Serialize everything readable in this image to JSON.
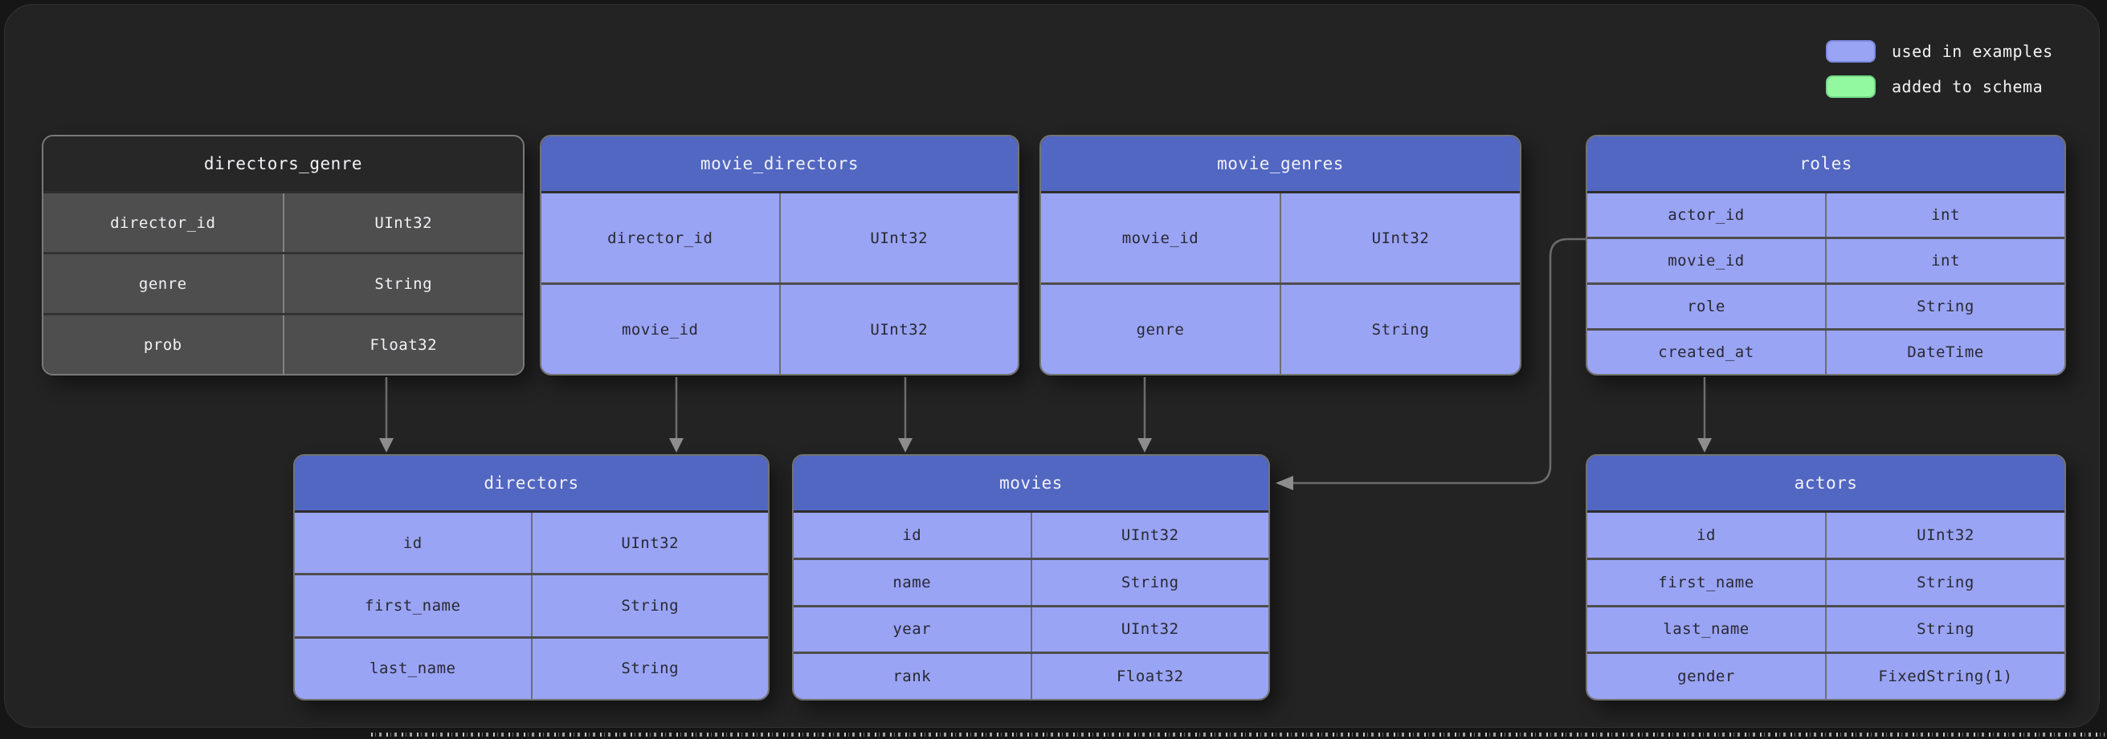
{
  "legend": {
    "items": [
      {
        "label": "used in examples",
        "color": "#9aa4f5"
      },
      {
        "label": "added to schema",
        "color": "#93f9a1"
      }
    ]
  },
  "colors": {
    "header_blue": "#5267c2",
    "row_blue": "#9aa4f5",
    "row_green": "#94fa9f",
    "muted_header": "#272727",
    "muted_row": "#4e4e4e",
    "panel": "#232323"
  },
  "tables": {
    "directors_genre": {
      "title": "directors_genre",
      "style": "muted",
      "rows": [
        [
          "director_id",
          "UInt32"
        ],
        [
          "genre",
          "String"
        ],
        [
          "prob",
          "Float32"
        ]
      ]
    },
    "movie_directors": {
      "title": "movie_directors",
      "style": "used-in-examples",
      "rows": [
        [
          "director_id",
          "UInt32"
        ],
        [
          "movie_id",
          "UInt32"
        ]
      ]
    },
    "movie_genres": {
      "title": "movie_genres",
      "style": "used-in-examples",
      "rows": [
        [
          "movie_id",
          "UInt32"
        ],
        [
          "genre",
          "String"
        ]
      ]
    },
    "roles": {
      "title": "roles",
      "style": "used-in-examples",
      "rows": [
        [
          "actor_id",
          "int"
        ],
        [
          "movie_id",
          "int"
        ],
        [
          "role",
          "String"
        ],
        [
          "created_at",
          "DateTime"
        ]
      ],
      "highlighted_row": "created_at",
      "highlight_meaning": "added to schema"
    },
    "directors": {
      "title": "directors",
      "style": "used-in-examples",
      "rows": [
        [
          "id",
          "UInt32"
        ],
        [
          "first_name",
          "String"
        ],
        [
          "last_name",
          "String"
        ]
      ]
    },
    "movies": {
      "title": "movies",
      "style": "used-in-examples",
      "rows": [
        [
          "id",
          "UInt32"
        ],
        [
          "name",
          "String"
        ],
        [
          "year",
          "UInt32"
        ],
        [
          "rank",
          "Float32"
        ]
      ]
    },
    "actors": {
      "title": "actors",
      "style": "used-in-examples",
      "rows": [
        [
          "id",
          "UInt32"
        ],
        [
          "first_name",
          "String"
        ],
        [
          "last_name",
          "String"
        ],
        [
          "gender",
          "FixedString(1)"
        ]
      ]
    }
  },
  "connections": [
    {
      "from": "directors_genre",
      "to": "directors"
    },
    {
      "from": "movie_directors.director_id",
      "to": "directors"
    },
    {
      "from": "movie_directors.movie_id",
      "to": "movies"
    },
    {
      "from": "movie_genres",
      "to": "movies"
    },
    {
      "from": "roles.movie_id",
      "to": "movies"
    },
    {
      "from": "roles",
      "to": "actors"
    }
  ]
}
